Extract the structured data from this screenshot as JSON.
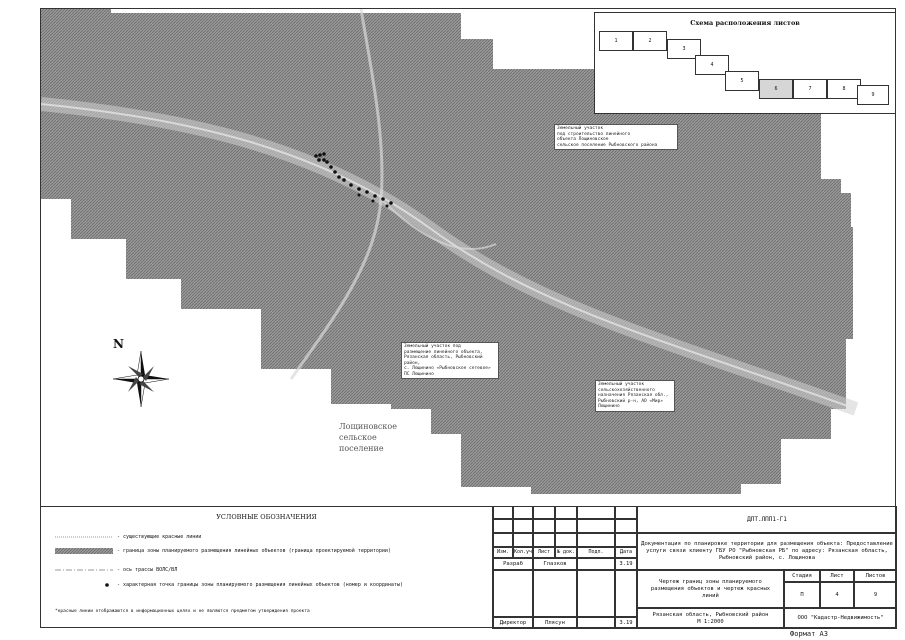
{
  "scheme": {
    "title": "Схема расположения листов",
    "sheets": [
      "1",
      "2",
      "3",
      "4",
      "5",
      "6",
      "7",
      "8",
      "9"
    ]
  },
  "map": {
    "north_label": "N",
    "settlement_label": [
      "Лощиновское",
      "сельское",
      "поселение"
    ],
    "callouts": [
      [
        "Земельный участок",
        "под строительство линейного",
        "объекта Лощиновское",
        "сельское поселение Рыбновского района"
      ],
      [
        "Земельный участок под",
        "размещение линейного объекта,",
        "Рязанская область, Рыбновский район,",
        "с. Лощинино «Рыбновское сетевое»",
        "ПС Лощинино"
      ],
      [
        "Земельный участок",
        "сельскохозяйственного",
        "назначения Рязанская обл.,",
        "Рыбновский р-н, АО «Мир»",
        "Лощинино"
      ]
    ],
    "colors": {
      "hatch": "#8c8c8c",
      "hatch_dark": "#5a5a5a",
      "road": "#d8d8d8",
      "border_dots": "#111111"
    }
  },
  "legend": {
    "title": "УСЛОВНЫЕ ОБОЗНАЧЕНИЯ",
    "items": [
      "- существующие красные линии",
      "- граница зоны планируемого размещения линейных объектов (граница проектируемой территории)",
      "- ось трассы ВОЛС/ВЛ",
      "- характерная точка границы зоны планируемого размещения линейных объектов (номер и координаты)"
    ],
    "note": "*красные линии отображаются в информационных целях и не являются предметом утверждения проекта"
  },
  "stamp": {
    "code": "ДПТ.ЛПП1-Г1",
    "headers": [
      "Изм.",
      "Кол.уч",
      "Лист",
      "№ док.",
      "Подп.",
      "Дата"
    ],
    "developer_role": "Разраб",
    "developer_name": "Глазков",
    "developer_date": "3.19",
    "director_role": "Директор",
    "director_name": "Плясун",
    "director_date": "3.19",
    "doc_title": "Документация по планировке территории для размещения объекта: Предоставление услуги связи клиенту ГБУ РО \"Рыбновская РБ\" по адресу: Рязанская область, Рыбновский район, с. Лощинова",
    "drawing_title": "Чертеж границ зоны планируемого размещения объектов и чертеж красных линий",
    "stage_header": "Стадия",
    "sheet_header": "Лист",
    "sheets_header": "Листов",
    "stage": "П",
    "sheet": "4",
    "sheets": "9",
    "location": "Рязанская область, Рыбновский район",
    "scale": "М 1:2000",
    "company": "ООО \"Кадастр-Недвижимость\""
  },
  "format": "Формат А3"
}
